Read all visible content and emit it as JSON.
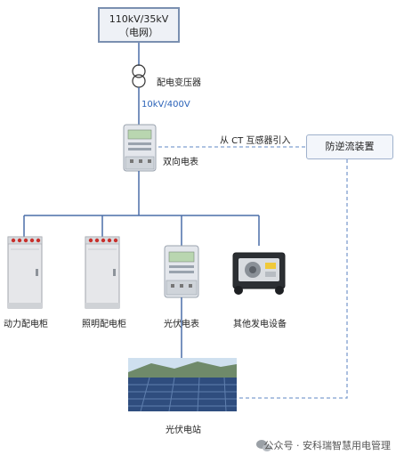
{
  "grid": {
    "line1": "110kV/35kV",
    "line2": "（电网）"
  },
  "transformer_label": "配电变压器",
  "voltage_label": "10kV/400V",
  "bidirectional_meter_label": "双向电表",
  "ct_label": "从 CT 互感器引入",
  "anti_reverse_device_label": "防逆流装置",
  "loads": [
    {
      "label": "动力配电柜"
    },
    {
      "label": "照明配电柜"
    },
    {
      "label": "光伏电表"
    },
    {
      "label": "其他发电设备"
    }
  ],
  "pv_station_label": "光伏电站",
  "footer": {
    "icon": "wechat-icon",
    "text": "公众号 · 安科瑞智慧用电管理"
  },
  "colors": {
    "line": "#4a6ea8",
    "dashed": "#7f9fd0",
    "label_blue": "#2a62b8",
    "cabinet_red": "#c9302c"
  }
}
